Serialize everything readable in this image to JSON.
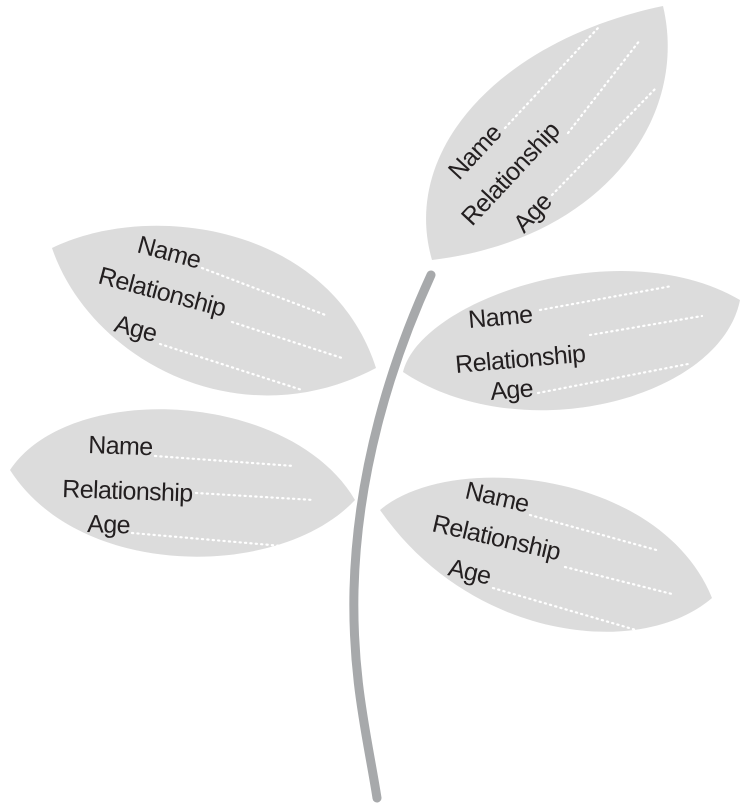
{
  "colors": {
    "leaf_fill": "#dcdcdc",
    "stem": "#a7a9ab",
    "line_dots": "#ffffff",
    "text": "#231f20"
  },
  "leaves": [
    {
      "name_label": "Name",
      "relationship_label": "Relationship",
      "age_label": "Age"
    },
    {
      "name_label": "Name",
      "relationship_label": "Relationship",
      "age_label": "Age"
    },
    {
      "name_label": "Name",
      "relationship_label": "Relationship",
      "age_label": "Age"
    },
    {
      "name_label": "Name",
      "relationship_label": "Relationship",
      "age_label": "Age"
    },
    {
      "name_label": "Name",
      "relationship_label": "Relationship",
      "age_label": "Age"
    }
  ]
}
